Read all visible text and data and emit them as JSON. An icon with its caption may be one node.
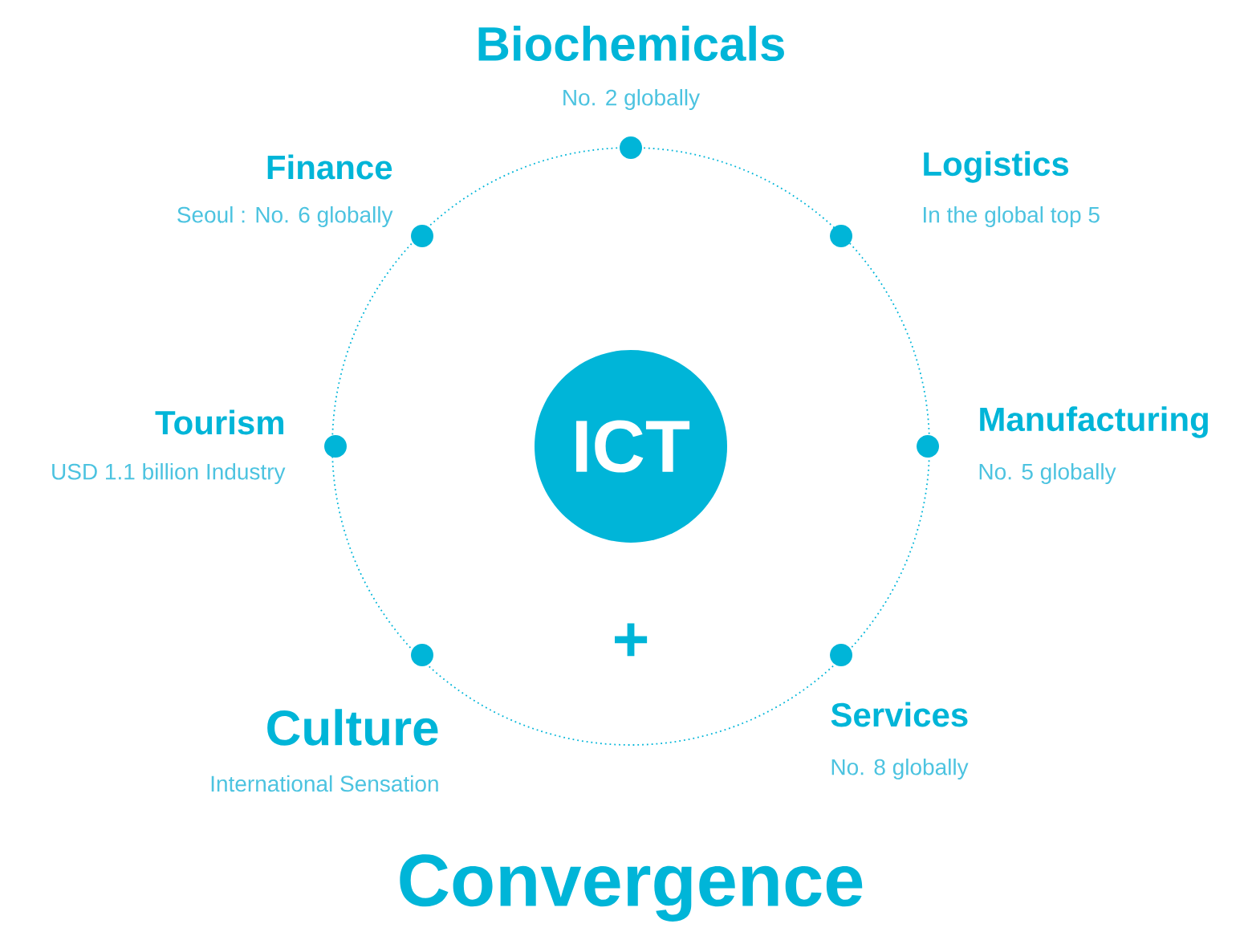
{
  "diagram": {
    "caption": "Convergence",
    "nodes": [
      {
        "text": [
          "ICT"
        ]
      },
      {
        "text": [],
        "shape": "circle",
        "beside": [
          "Biochemicals",
          "No. 2 globally"
        ]
      },
      {
        "text": [],
        "shape": "circle",
        "beside": [
          "Finance",
          "Seoul : No. 6 globally"
        ]
      },
      {
        "text": [],
        "shape": "circle",
        "beside": [
          "Logistics",
          "In the global top 5"
        ]
      },
      {
        "text": [],
        "shape": "circle",
        "beside": [
          "Tourism",
          "USD 1.1 billion Industry"
        ]
      },
      {
        "text": [],
        "shape": "circle",
        "beside": [
          "Manufacturing",
          "No. 5 globally"
        ]
      },
      {
        "text": [],
        "shape": "circle",
        "beside": [
          "Culture",
          "International Sensation"
        ]
      },
      {
        "text": [],
        "shape": "circle",
        "beside": [
          "Services",
          "No. 8 globally"
        ]
      }
    ],
    "labels": [
      "+"
    ]
  }
}
